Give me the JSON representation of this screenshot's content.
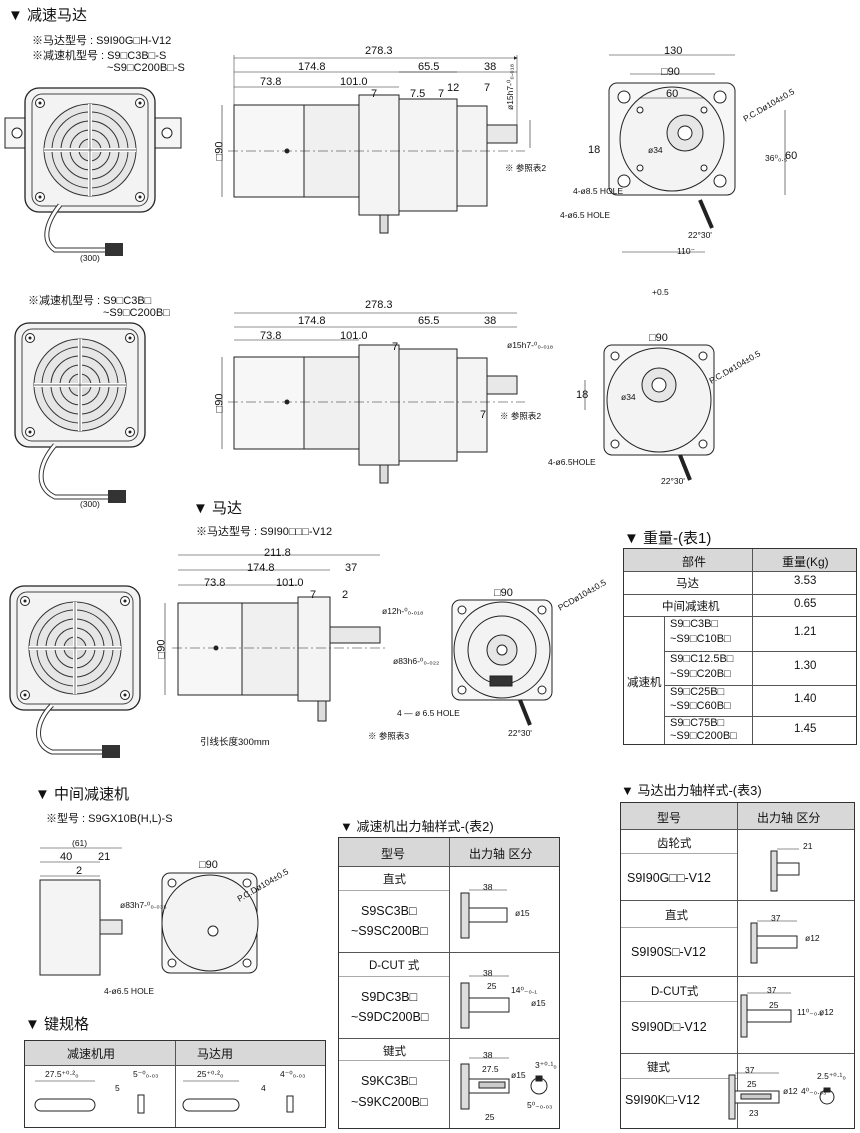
{
  "sections": {
    "geared_motor": "▼  减速马达",
    "motor": "▼  马达",
    "intermediate_gear": "▼  中间减速机",
    "key_spec": "▼  键规格",
    "weight": "▼  重量-(表1)",
    "gear_shaft": "▼ 减速机出力轴样式-(表2)",
    "motor_shaft": "▼ 马达出力轴样式-(表3)"
  },
  "model_notes": {
    "geared_motor_model": "※马达型号 : S9I90G□H-V12",
    "gear_model_line1": "※减速机型号 : S9□C3B□-S",
    "gear_model_line2": "~S9□C200B□-S",
    "gear_model2_line1": "※减速机型号 : S9□C3B□",
    "gear_model2_line2": "~S9□C200B□",
    "motor_model": "※马达型号 : S9I90□□□-V12",
    "intermediate_model": "※型号 : S9GX10B(H,L)-S"
  },
  "dims_top": {
    "total": "278.3",
    "d174": "174.8",
    "d73": "73.8",
    "d101": "101.0",
    "d65": "65.5",
    "d38": "38",
    "d7a": "7",
    "d7b": "7.5",
    "d7c": "7",
    "d12": "12",
    "d7d": "7",
    "sq90": "□90",
    "shaft": "ø15h7-⁰₀.₀₁₈",
    "ref": "※ 参照表2",
    "cable": "(300)",
    "front_w": "130",
    "front_sq": "□90",
    "front_60": "60",
    "front_18": "18",
    "front_60v": "60",
    "front_36": "36⁰₀.₅",
    "pcd": "P.C.Dø104±0.5",
    "d34": "ø34",
    "hole85": "4-ø8.5 HOLE",
    "hole65": "4-ø6.5 HOLE",
    "angle": "22°30'",
    "bottom110": "110⁻"
  },
  "dims_mid": {
    "total": "278.3",
    "d174": "174.8",
    "d73": "73.8",
    "d101": "101.0",
    "d65": "65.5",
    "d38": "38",
    "d7": "7",
    "d7b": "7",
    "sq90": "□90",
    "shaft": "ø15h7-⁰₀.₀₁₈",
    "ref": "※ 参照表2",
    "cable": "(300)",
    "front_sq": "□90",
    "front_18": "18",
    "pcd": "P.C.Dø104±0.5",
    "d34": "ø34",
    "hole": "4-ø6.5HOLE",
    "angle": "22°30'",
    "tiny": "+0.5"
  },
  "dims_motor": {
    "total": "211.8",
    "d174": "174.8",
    "d37": "37",
    "d73": "73.8",
    "d101": "101.0",
    "d7": "7",
    "d2": "2",
    "sq90": "□90",
    "shaft12": "ø12h-⁰₀.₀₁₈",
    "shaft83": "ø83h6-⁰₀.₀₂₂",
    "lead": "引线长度300mm",
    "ref": "※ 参照表3",
    "front_sq": "□90",
    "pcd": "PCDø104±0.5",
    "hole": "4 — ø 6.5 HOLE",
    "angle": "22°30'"
  },
  "dims_inter": {
    "d61": "(61)",
    "d40": "40",
    "d21": "21",
    "d2": "2",
    "shaft": "ø83h7-⁰₀.₀₃₅",
    "hole": "4-ø6.5 HOLE",
    "front_sq": "□90",
    "pcd": "P.C.Dø104±0.5"
  },
  "weight_table": {
    "headers": [
      "部件",
      "重量(Kg)"
    ],
    "rows": [
      {
        "part": "马达",
        "weight": "3.53"
      },
      {
        "part": "中间减速机",
        "weight": "0.65"
      }
    ],
    "group_label": "减速机",
    "sub_rows": [
      {
        "l1": "S9□C3B□",
        "l2": "~S9□C10B□",
        "weight": "1.21"
      },
      {
        "l1": "S9□C12.5B□",
        "l2": "~S9□C20B□",
        "weight": "1.30"
      },
      {
        "l1": "S9□C25B□",
        "l2": "~S9□C60B□",
        "weight": "1.40"
      },
      {
        "l1": "S9□C75B□",
        "l2": "~S9□C200B□",
        "weight": "1.45"
      }
    ]
  },
  "key_table": {
    "headers": [
      "减速机用",
      "马达用"
    ],
    "gear_len": "27.5⁺⁰·²₀",
    "gear_w": "5⁻⁰₀.₀₃",
    "gear_h": "5",
    "motor_len": "25⁺⁰·²₀",
    "motor_w": "4⁻⁰₀.₀₃",
    "motor_h": "4"
  },
  "gear_shaft_table": {
    "headers": [
      "型号",
      "出力轴 区分"
    ],
    "rows": [
      {
        "type": "直式",
        "l1": "S9SC3B□",
        "l2": "~S9SC200B□",
        "dims": [
          "38",
          "ø15"
        ]
      },
      {
        "type": "D-CUT 式",
        "l1": "S9DC3B□",
        "l2": "~S9DC200B□",
        "dims": [
          "38",
          "25",
          "14⁰₋₀.₁",
          "ø15"
        ]
      },
      {
        "type": "键式",
        "l1": "S9KC3B□",
        "l2": "~S9KC200B□",
        "dims": [
          "38",
          "27.5",
          "ø15",
          "5⁰₋₀.₀₃",
          "25",
          "3⁺⁰·¹₀"
        ]
      }
    ]
  },
  "motor_shaft_table": {
    "headers": [
      "型号",
      "出力轴 区分"
    ],
    "rows": [
      {
        "type": "齿轮式",
        "model": "S9I90G□□-V12",
        "dims": [
          "21"
        ]
      },
      {
        "type": "直式",
        "model": "S9I90S□-V12",
        "dims": [
          "37",
          "ø12"
        ]
      },
      {
        "type": "D-CUT式",
        "model": "S9I90D□-V12",
        "dims": [
          "37",
          "25",
          "11⁰₋₀.₁",
          "ø12"
        ]
      },
      {
        "type": "键式",
        "model": "S9I90K□-V12",
        "dims": [
          "37",
          "25",
          "ø12",
          "4⁰₋₀.₀₃",
          "23",
          "2.5⁺⁰·¹₀"
        ]
      }
    ]
  }
}
